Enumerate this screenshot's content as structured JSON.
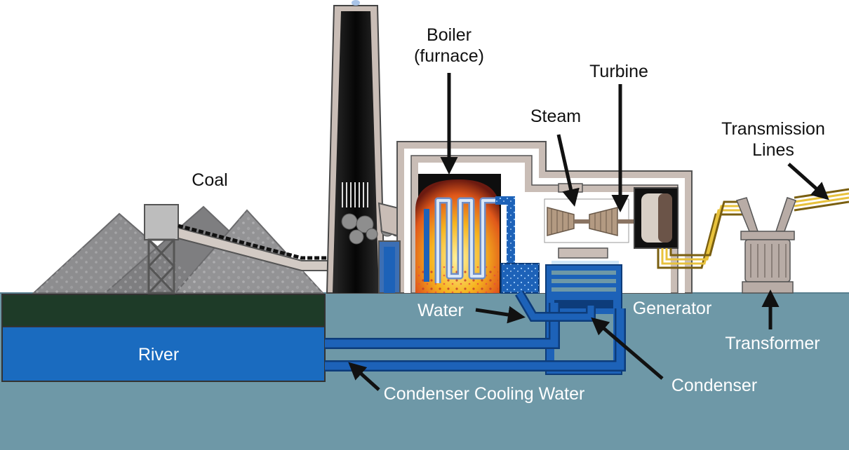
{
  "labels": {
    "boiler_line1": "Boiler",
    "boiler_line2": "(furnace)",
    "turbine": "Turbine",
    "steam": "Steam",
    "transmission_line1": "Transmission",
    "transmission_line2": "Lines",
    "coal": "Coal",
    "water": "Water",
    "generator": "Generator",
    "transformer": "Transformer",
    "river": "River",
    "condenser": "Condenser",
    "condenser_cooling_water": "Condenser Cooling Water"
  },
  "colors": {
    "ground": "#6e98a7",
    "river": "#1a6bbf",
    "river_bank": "#1e3b28",
    "building_outline": "#c9bdb6",
    "building_fill": "#ffffff",
    "stack": "#0b0b0b",
    "coal_pile": "#8d8d8f",
    "water_pipe": "#1d62b8",
    "transmission": "#e8c23c",
    "arrow": "#111111",
    "fire": "#f0b020"
  }
}
